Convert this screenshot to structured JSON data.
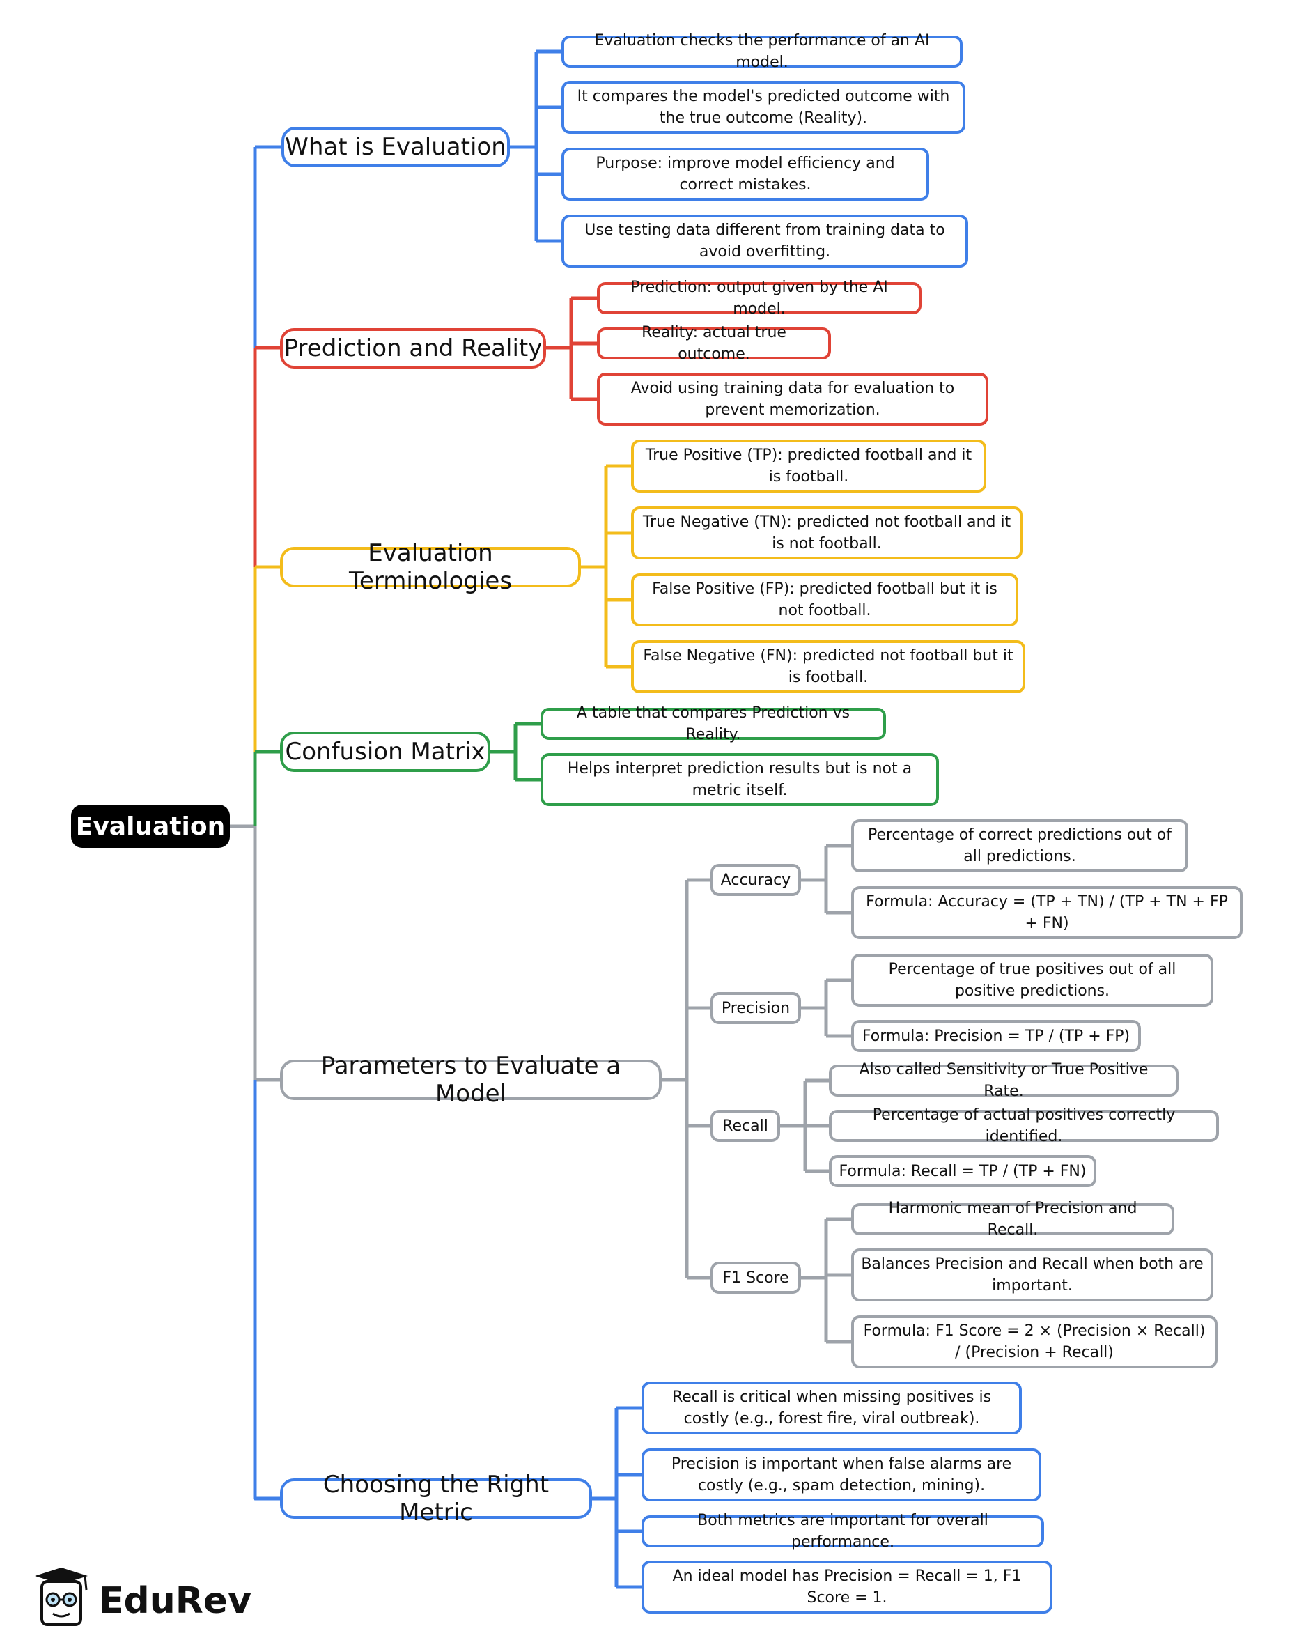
{
  "root": "Evaluation",
  "colors": {
    "blue": "#3f7fe8",
    "red": "#e04336",
    "yellow": "#f3bc1b",
    "green": "#2f9e4a",
    "gray": "#9ea3aa"
  },
  "what_is_evaluation": {
    "label": "What is Evaluation",
    "items": [
      "Evaluation checks the performance of an AI model.",
      "It compares the model's predicted outcome with the true outcome (Reality).",
      "Purpose: improve model efficiency and correct mistakes.",
      "Use testing data different from training data to avoid overfitting."
    ]
  },
  "prediction_and_reality": {
    "label": "Prediction and Reality",
    "items": [
      "Prediction: output given by the AI model.",
      "Reality: actual true outcome.",
      "Avoid using training data for evaluation to prevent memorization."
    ]
  },
  "evaluation_terminologies": {
    "label": "Evaluation Terminologies",
    "items": [
      "True Positive (TP): predicted football and it is football.",
      "True Negative (TN): predicted not football and it is not football.",
      "False Positive (FP): predicted football but it is not football.",
      "False Negative (FN): predicted not football but it is football."
    ]
  },
  "confusion_matrix": {
    "label": "Confusion Matrix",
    "items": [
      "A table that compares Prediction vs Reality.",
      "Helps interpret prediction results but is not a metric itself."
    ]
  },
  "parameters": {
    "label": "Parameters to Evaluate a Model",
    "accuracy": {
      "label": "Accuracy",
      "items": [
        "Percentage of correct predictions out of all predictions.",
        "Formula: Accuracy = (TP + TN) / (TP + TN + FP + FN)"
      ]
    },
    "precision": {
      "label": "Precision",
      "items": [
        "Percentage of true positives out of all positive predictions.",
        "Formula: Precision = TP / (TP + FP)"
      ]
    },
    "recall": {
      "label": "Recall",
      "items": [
        "Also called Sensitivity or True Positive Rate.",
        "Percentage of actual positives correctly identified.",
        "Formula: Recall = TP / (TP + FN)"
      ]
    },
    "f1": {
      "label": "F1 Score",
      "items": [
        "Harmonic mean of Precision and Recall.",
        "Balances Precision and Recall when both are important.",
        "Formula: F1 Score = 2 × (Precision × Recall) / (Precision + Recall)"
      ]
    }
  },
  "choosing_metric": {
    "label": "Choosing the Right Metric",
    "items": [
      "Recall is critical when missing positives is costly (e.g., forest fire, viral outbreak).",
      "Precision is important when false alarms are costly (e.g., spam detection, mining).",
      "Both metrics are important for overall performance.",
      "An ideal model has Precision = Recall = 1, F1 Score = 1."
    ]
  },
  "brand": {
    "name": "EduRev",
    "logo_icon": "graduation-cap-mascot-icon"
  }
}
